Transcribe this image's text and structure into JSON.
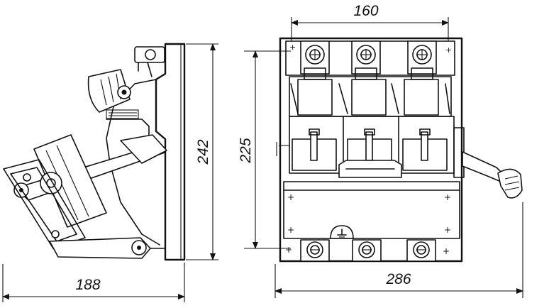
{
  "dimensions": {
    "side_width": "188",
    "side_height": "242",
    "front_top_width": "160",
    "front_height": "225",
    "front_width": "286"
  }
}
